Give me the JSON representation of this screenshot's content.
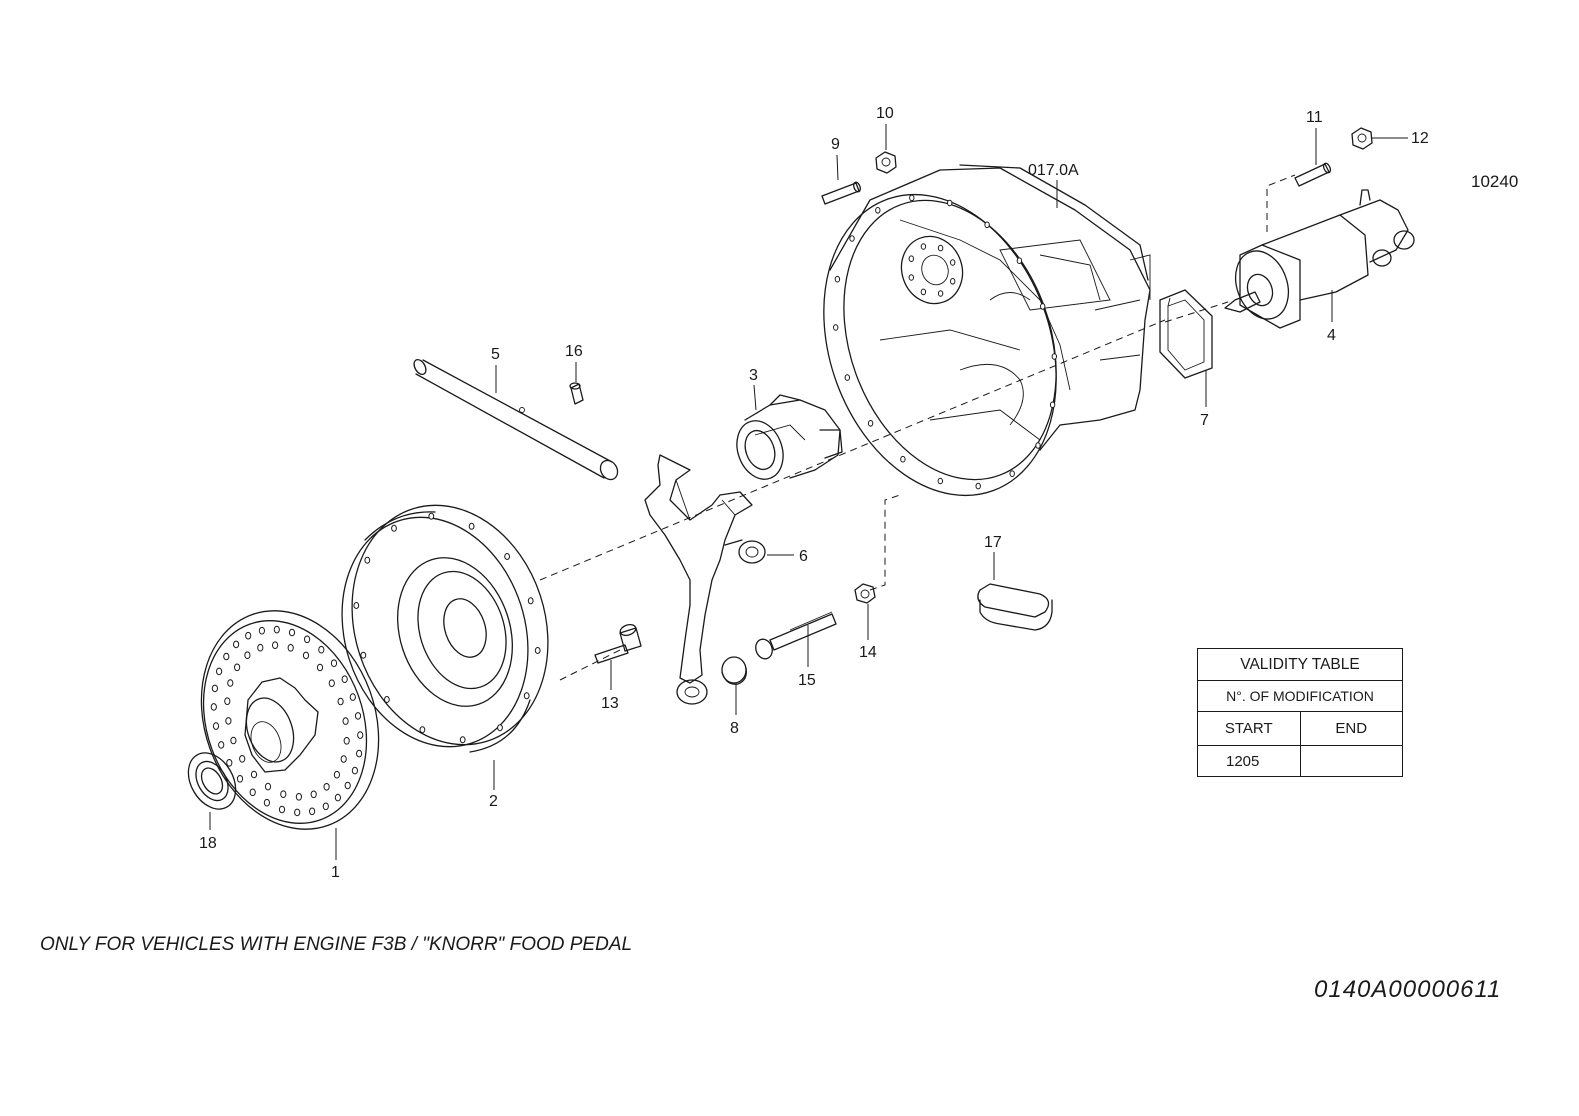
{
  "drawing_number": "10240",
  "assembly_reference": "017.0A",
  "parts": [
    {
      "id": "1",
      "label": "1"
    },
    {
      "id": "2",
      "label": "2"
    },
    {
      "id": "3",
      "label": "3"
    },
    {
      "id": "4",
      "label": "4"
    },
    {
      "id": "5",
      "label": "5"
    },
    {
      "id": "6",
      "label": "6"
    },
    {
      "id": "7",
      "label": "7"
    },
    {
      "id": "8",
      "label": "8"
    },
    {
      "id": "9",
      "label": "9"
    },
    {
      "id": "10",
      "label": "10"
    },
    {
      "id": "11",
      "label": "11"
    },
    {
      "id": "12",
      "label": "12"
    },
    {
      "id": "13",
      "label": "13"
    },
    {
      "id": "14",
      "label": "14"
    },
    {
      "id": "15",
      "label": "15"
    },
    {
      "id": "16",
      "label": "16"
    },
    {
      "id": "17",
      "label": "17"
    },
    {
      "id": "18",
      "label": "18"
    }
  ],
  "validity_table": {
    "title": "VALIDITY TABLE",
    "subtitle": "N°. OF MODIFICATION",
    "start_header": "START",
    "end_header": "END",
    "start_value": "1205",
    "end_value": ""
  },
  "footnote": "ONLY FOR VEHICLES WITH ENGINE F3B / \"KNORR\" FOOD PEDAL",
  "part_code": "0140A00000611"
}
